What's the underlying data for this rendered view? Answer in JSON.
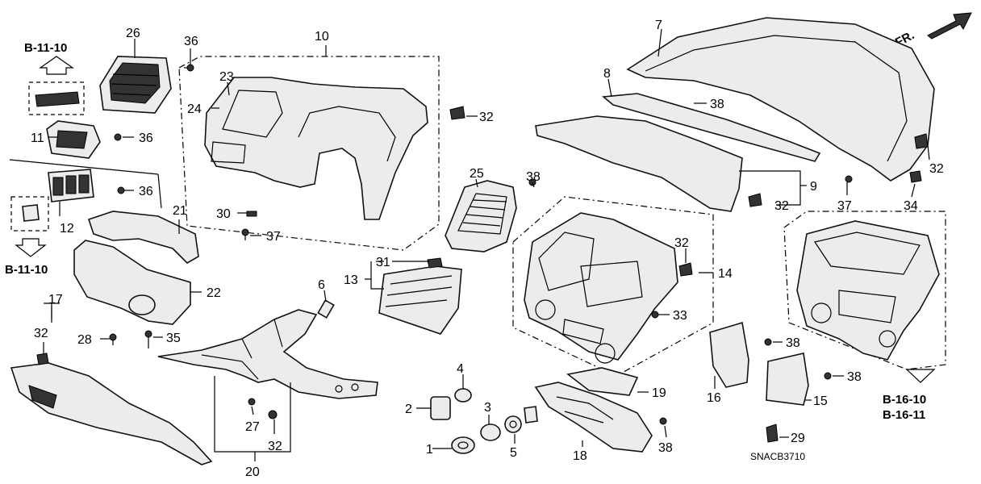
{
  "diagram": {
    "code": "SNACB3710",
    "front_indicator": "FR.",
    "references": {
      "top_left": "B-11-10",
      "mid_left": "B-11-10",
      "right_1": "B-16-10",
      "right_2": "B-16-11"
    },
    "callouts": {
      "n1": "1",
      "n2": "2",
      "n3": "3",
      "n4": "4",
      "n5": "5",
      "n6": "6",
      "n7": "7",
      "n8": "8",
      "n9": "9",
      "n10": "10",
      "n11": "11",
      "n12": "12",
      "n13": "13",
      "n14": "14",
      "n15": "15",
      "n16": "16",
      "n17": "17",
      "n18": "18",
      "n19": "19",
      "n20": "20",
      "n21": "21",
      "n22": "22",
      "n23": "23",
      "n24": "24",
      "n25": "25",
      "n26": "26",
      "n27": "27",
      "n28": "28",
      "n29": "29",
      "n30": "30",
      "n31": "31",
      "n32a": "32",
      "n32b": "32",
      "n32c": "32",
      "n32d": "32",
      "n32e": "32",
      "n32f": "32",
      "n33": "33",
      "n34": "34",
      "n35": "35",
      "n36a": "36",
      "n36b": "36",
      "n36c": "36",
      "n37a": "37",
      "n37b": "37",
      "n38a": "38",
      "n38b": "38",
      "n38c": "38",
      "n38d": "38",
      "n38e": "38"
    }
  }
}
